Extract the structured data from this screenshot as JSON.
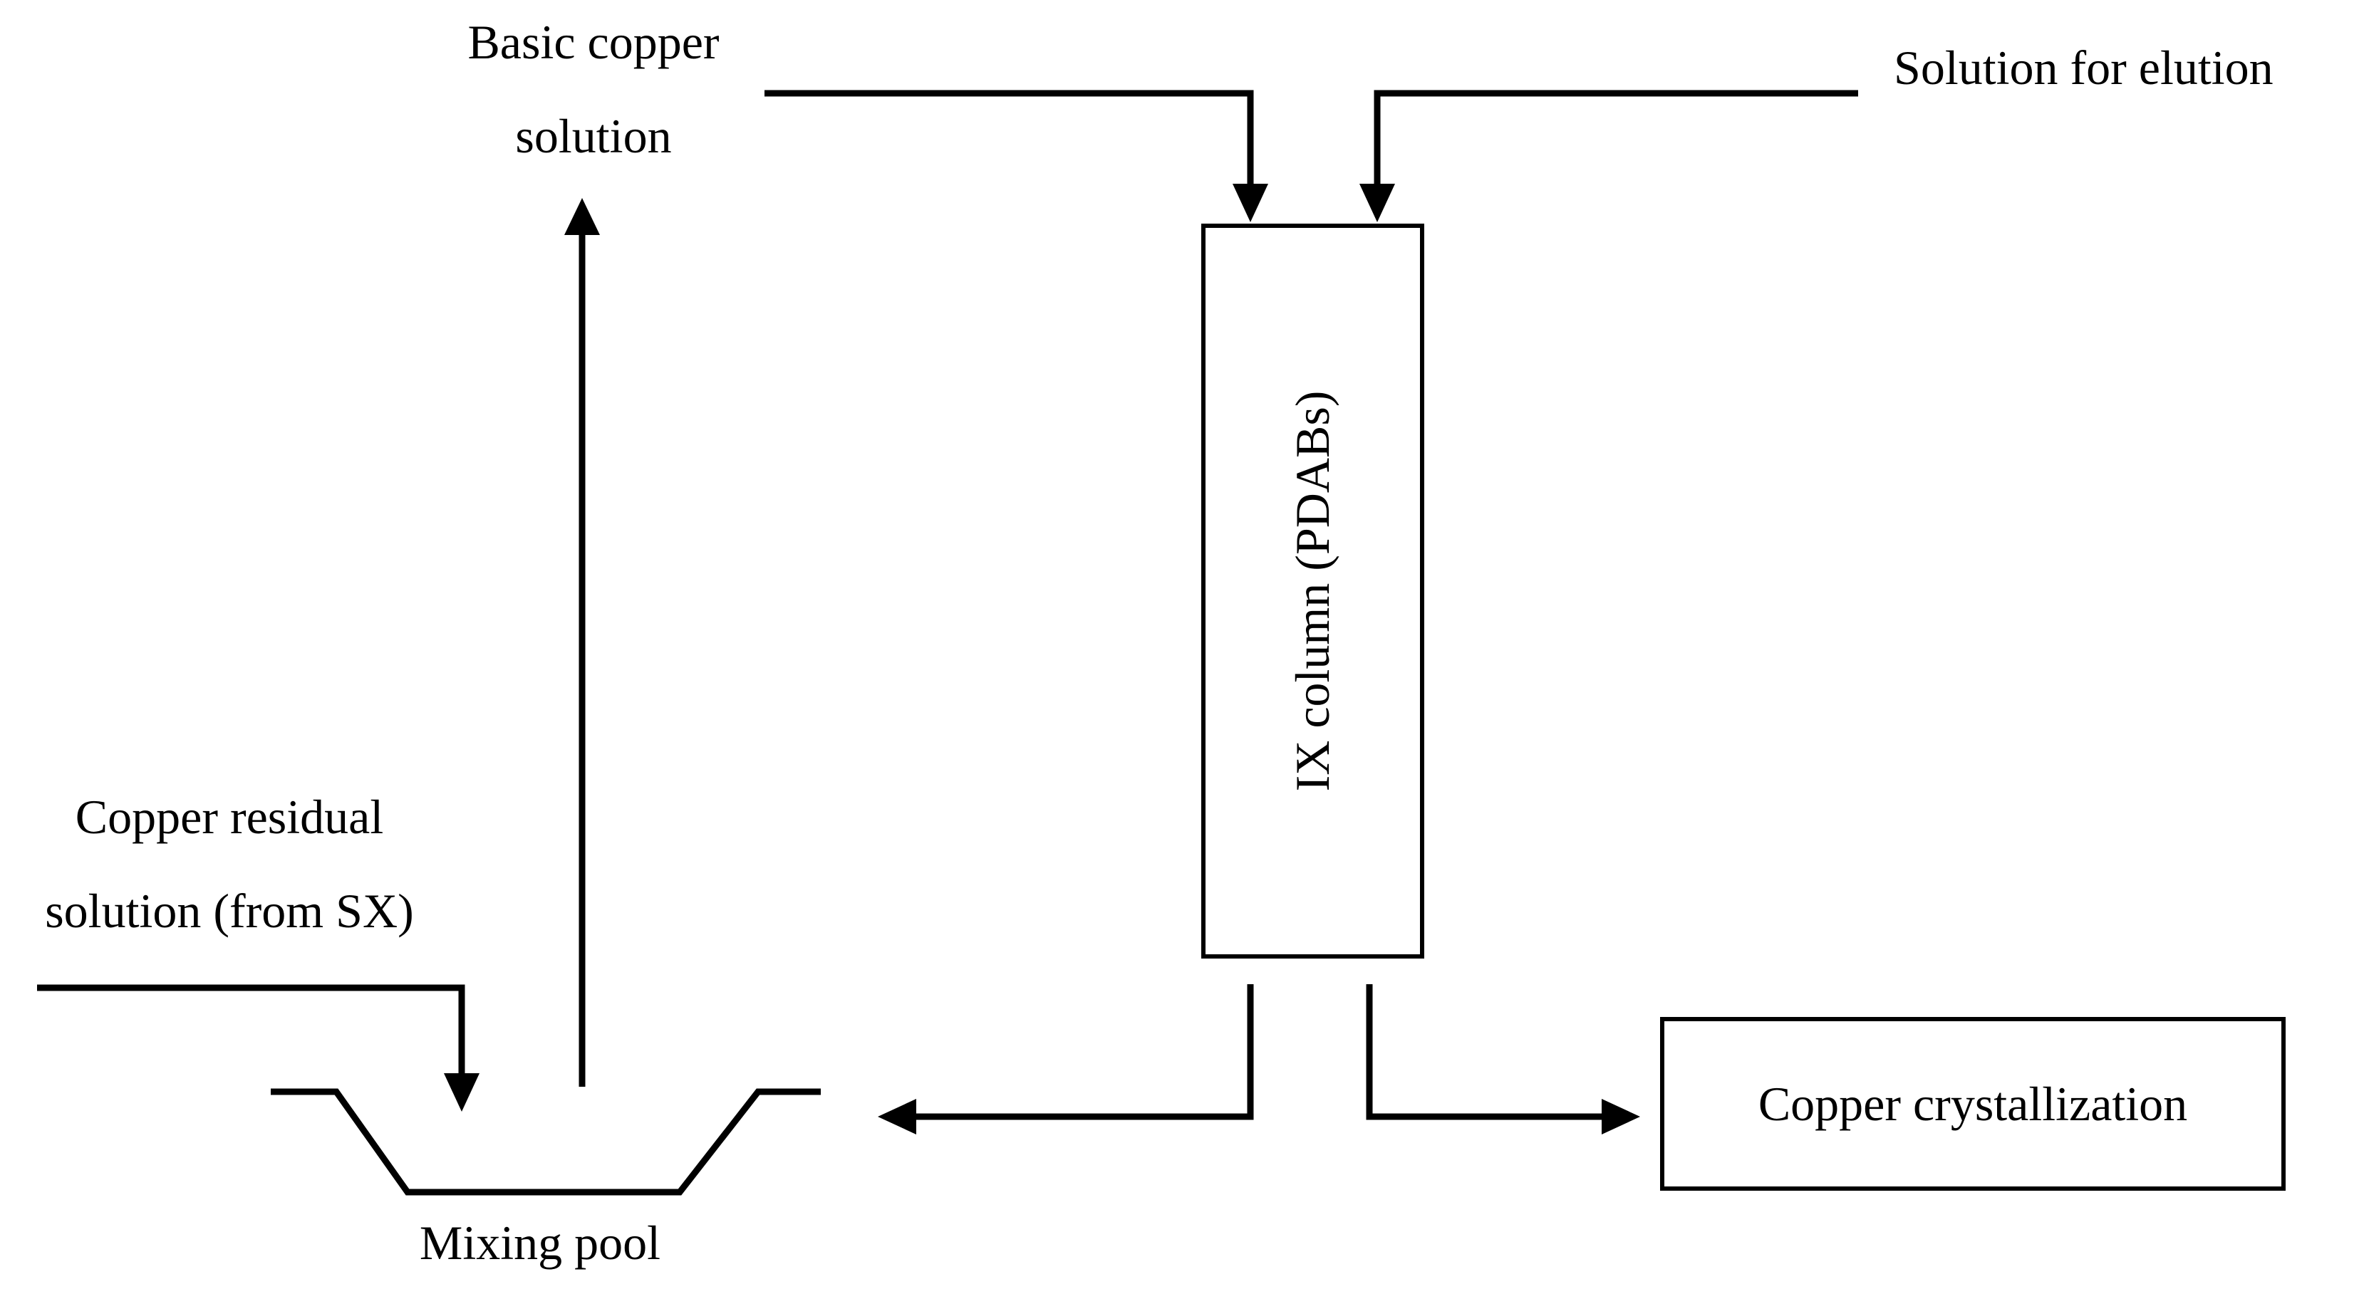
{
  "labels": {
    "basic_copper_line1": "Basic copper",
    "basic_copper_line2": "solution",
    "solution_for_elution": "Solution for elution",
    "copper_residual_line1": "Copper residual",
    "copper_residual_line2": "solution (from SX)",
    "ix_column": "IX column (PDABs)",
    "mixing_pool": "Mixing pool",
    "copper_crystallization": "Copper crystallization"
  }
}
